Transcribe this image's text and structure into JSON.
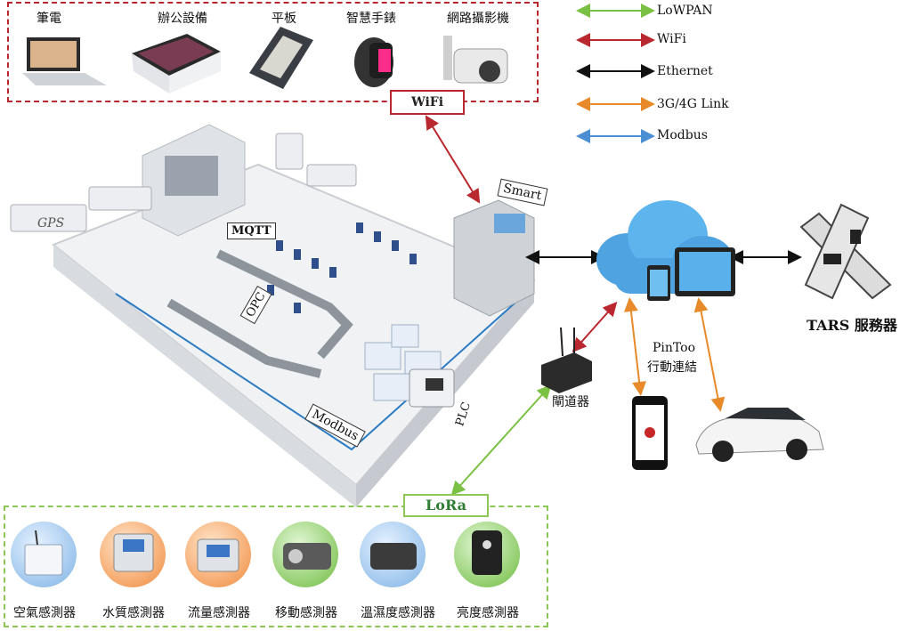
{
  "legend": {
    "lowpan": {
      "label": "LoWPAN",
      "color": "#7ac143"
    },
    "wifi": {
      "label": "WiFi",
      "color": "#b8282e"
    },
    "ethernet": {
      "label": "Ethernet",
      "color": "#111111"
    },
    "link": {
      "label": "3G/4G Link",
      "color": "#e8892a"
    },
    "modbus": {
      "label": "Modbus",
      "color": "#4a8fd4"
    }
  },
  "wifi_group": {
    "tag": "WiFi",
    "devices": [
      "筆電",
      "辦公設備",
      "平板",
      "智慧手錶",
      "網路攝影機"
    ]
  },
  "factory": {
    "gps": "GPS",
    "mqtt": "MQTT",
    "opc": "OPC",
    "smart": "Smart",
    "modbus": "Modbus",
    "plc": "PLC"
  },
  "gateway": "閘道器",
  "pintoo": {
    "line1": "PinToo",
    "line2": "行動連結"
  },
  "server": "TARS 服務器",
  "lora_group": {
    "tag": "LoRa",
    "sensors": [
      "空氣感測器",
      "水質感測器",
      "流量感測器",
      "移動感測器",
      "溫濕度感測器",
      "亮度感測器"
    ]
  }
}
